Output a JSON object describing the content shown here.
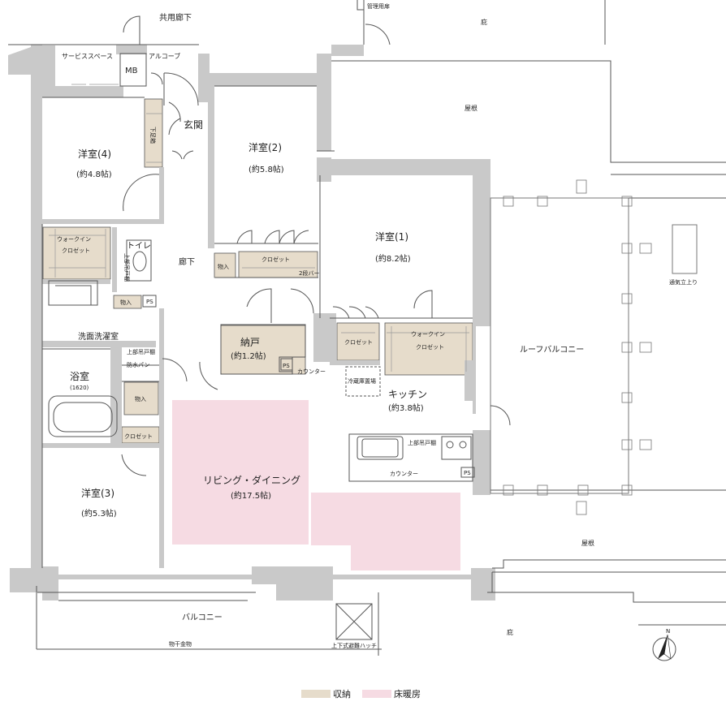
{
  "colors": {
    "wall": "#c9c9c9",
    "storage": "#e6dccb",
    "floor_heating": "#f6dbe3",
    "line": "#555555",
    "fine_line": "#999999"
  },
  "labels": {
    "corridor_common": "共用廊下",
    "service_space": "サービススペース",
    "mb": "MB",
    "alcove": "アルコーブ",
    "admin_door": "管理用扉",
    "eaves_top": "庇",
    "eaves_bottom": "庇",
    "roof_top": "屋根",
    "roof_bottom": "屋根",
    "entrance": "玄関",
    "shoe_box": "下足箱",
    "hallway": "廊下",
    "vent": "通気立上り",
    "roof_balcony": "ルーフバルコニー",
    "balcony": "バルコニー",
    "drying_hardware": "物干金物",
    "hatch": "上下式避難ハッチ",
    "counter1": "カウンター",
    "counter2": "カウンター",
    "fridge": "冷蔵庫置場",
    "upper_cabinet_kitchen": "上部吊戸棚",
    "upper_cabinet_toilet": "上部吊戸棚",
    "upper_cabinet_wash": "上部吊戸棚",
    "ps1": "PS",
    "ps2": "PS",
    "ps3": "PS",
    "bar_2": "2段バー",
    "waterproof_pan": "防水パン"
  },
  "rooms": {
    "r4": {
      "name": "洋室(4)",
      "size": "(約4.8帖)"
    },
    "r2": {
      "name": "洋室(2)",
      "size": "(約5.8帖)"
    },
    "r1": {
      "name": "洋室(1)",
      "size": "(約8.2帖)"
    },
    "r3": {
      "name": "洋室(3)",
      "size": "(約5.3帖)"
    },
    "nando": {
      "name": "納戸",
      "size": "(約1.2帖)"
    },
    "kitchen": {
      "name": "キッチン",
      "size": "(約3.8帖)"
    },
    "ld": {
      "name": "リビング・ダイニング",
      "size": "(約17.5帖)"
    },
    "bath": {
      "name": "浴室",
      "size": "(1620)"
    },
    "wash": {
      "name": "洗面洗濯室"
    },
    "toilet": {
      "name": "トイレ"
    }
  },
  "storage": {
    "wic_r4_a": "ウォークイン",
    "wic_r4_b": "クロゼット",
    "wic_r1_a": "ウォークイン",
    "wic_r1_b": "クロゼット",
    "closet_r2": "クロゼット",
    "closet_r1": "クロゼット",
    "closet_r3": "クロゼット",
    "storage_hall": "物入",
    "storage_wash": "物入",
    "storage_bath": "物入"
  },
  "legend": {
    "storage": "収納",
    "floor_heating": "床暖房"
  }
}
